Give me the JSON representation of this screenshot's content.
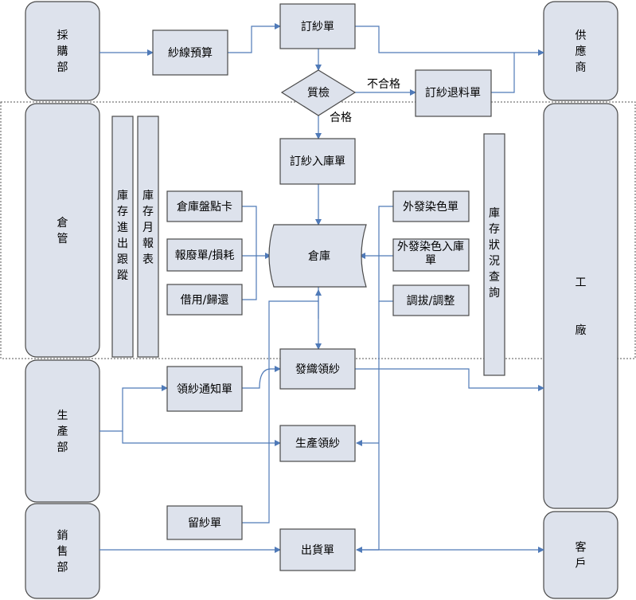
{
  "departments": {
    "purchasing": "採購部",
    "supplier": "供應商",
    "warehouse": "倉管",
    "factory": "工廠",
    "production": "生產部",
    "sales": "銷售部",
    "customer": "客戶"
  },
  "boxes": {
    "yarn_budget": "紗線預算",
    "yarn_order": "訂紗單",
    "yarn_return": "訂紗退料單",
    "yarn_stock_in": "訂紗入庫單",
    "stock_check_card": "倉庫盤點卡",
    "scrap_loss": "報廢單/損耗",
    "borrow_return": "借用/歸還",
    "warehouse": "倉庫",
    "external_dye": "外發染色單",
    "external_dye_in": "外發染色入庫單",
    "transfer_adjust": "調拔/調整",
    "weaving_issue": "發織領紗",
    "issue_notice": "領紗通知單",
    "production_issue": "生產領紗",
    "retain_yarn": "留紗單",
    "shipment": "出貨單"
  },
  "vertical_labels": {
    "inout_tracking": "庫存進出跟蹤",
    "monthly_report": "庫存月報表",
    "stock_status": "庫存狀況查詢"
  },
  "decision": {
    "label": "質檢",
    "fail": "不合格",
    "pass": "合格"
  },
  "colors": {
    "box_fill": "#dde2ec",
    "line": "#4f7ab8",
    "border": "#4a4a4a"
  }
}
